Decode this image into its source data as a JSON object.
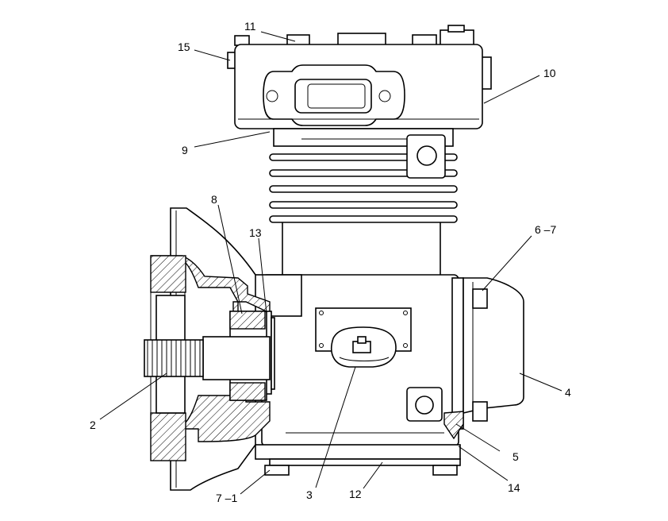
{
  "diagram": {
    "callouts": {
      "c1": "11",
      "c2": "15",
      "c3": "10",
      "c4": "9",
      "c5": "8",
      "c6": "13",
      "c7": "6 –7",
      "c8": "4",
      "c9": "2",
      "c10": "5",
      "c11": "14",
      "c12": "7 –1",
      "c13": "3",
      "c14": "12"
    }
  }
}
